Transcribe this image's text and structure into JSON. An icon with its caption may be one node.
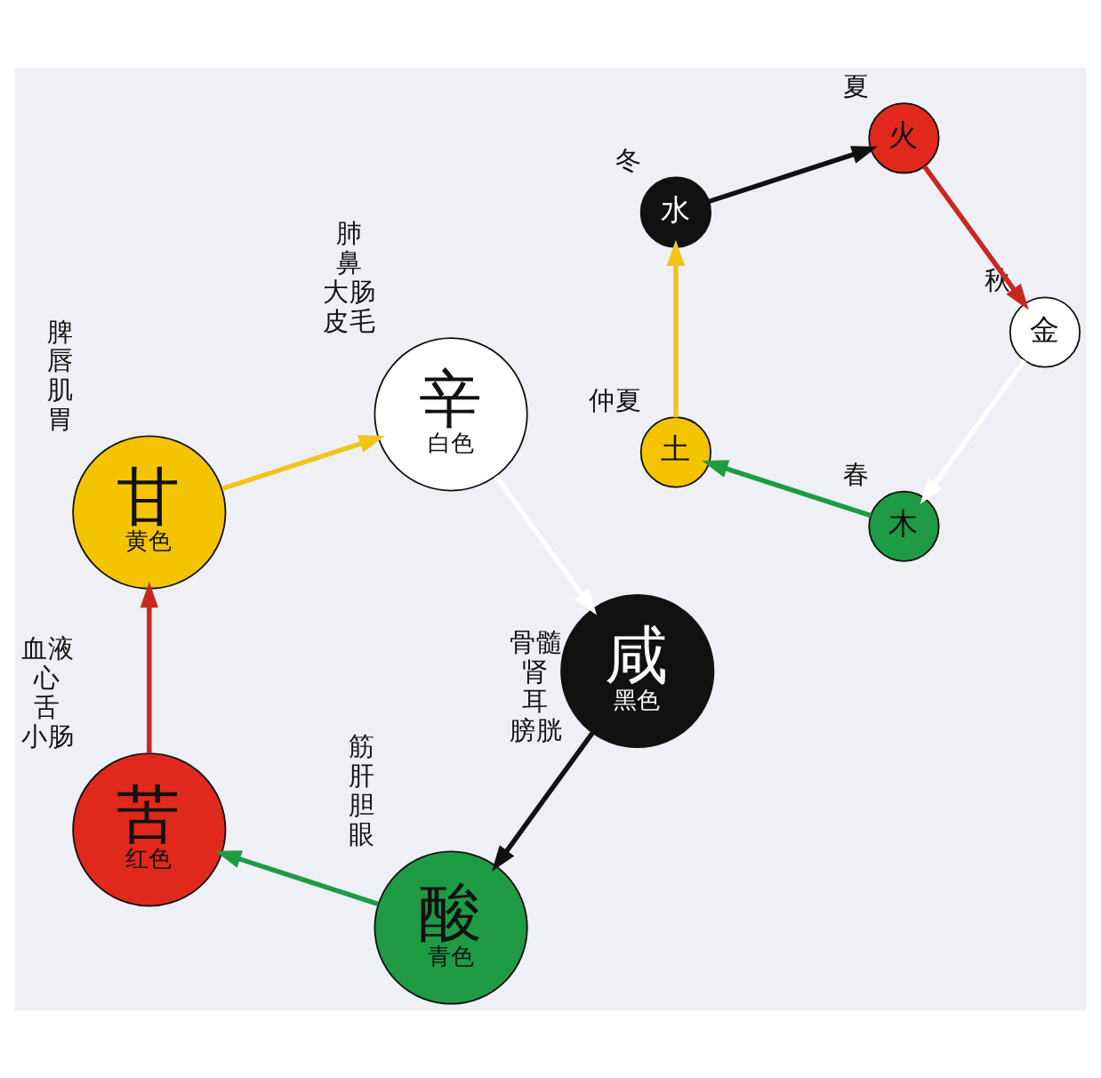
{
  "diagram": {
    "nodes": [
      {
        "text": [
          "酸",
          "青色"
        ],
        "beside": [
          "筋",
          "肝",
          "胆",
          "眼"
        ]
      },
      {
        "text": [
          "苦",
          "红色"
        ],
        "beside": [
          "血液",
          "心",
          "舌",
          "小肠"
        ]
      },
      {
        "text": [
          "甘",
          "黄色"
        ],
        "beside": [
          "脾",
          "唇",
          "肌",
          "胃"
        ]
      },
      {
        "text": [
          "辛",
          "白色"
        ],
        "beside": [
          "肺",
          "鼻",
          "大肠",
          "皮毛"
        ]
      },
      {
        "text": [
          "咸",
          "黑色"
        ],
        "beside": [
          "骨髓",
          "肾",
          "耳",
          "膀胱"
        ]
      },
      {
        "text": [
          "木"
        ],
        "beside": [
          "春"
        ]
      },
      {
        "text": [
          "火"
        ],
        "beside": [
          "夏"
        ]
      },
      {
        "text": [
          "土"
        ],
        "beside": [
          "仲夏"
        ]
      },
      {
        "text": [
          "金"
        ],
        "beside": [
          "秋"
        ]
      },
      {
        "text": [
          "水"
        ],
        "beside": [
          "冬"
        ]
      }
    ],
    "edges": [
      {
        "from": 4,
        "to": 0,
        "arrow": "to",
        "color": "#111111"
      },
      {
        "from": 0,
        "to": 1,
        "arrow": "to",
        "color": "#1f9a45"
      },
      {
        "from": 1,
        "to": 2,
        "arrow": "to",
        "color": "#c8281e"
      },
      {
        "from": 2,
        "to": 3,
        "arrow": "to",
        "color": "#f0c419"
      },
      {
        "from": 3,
        "to": 4,
        "arrow": "to",
        "color": "#ffffff"
      },
      {
        "from": 9,
        "to": 6,
        "arrow": "to",
        "color": "#111111"
      },
      {
        "from": 5,
        "to": 7,
        "arrow": "to",
        "color": "#1f9a45"
      },
      {
        "from": 6,
        "to": 8,
        "arrow": "to",
        "color": "#c8281e"
      },
      {
        "from": 7,
        "to": 9,
        "arrow": "to",
        "color": "#f0c419"
      },
      {
        "from": 8,
        "to": 5,
        "arrow": "to",
        "color": "#ffffff"
      }
    ]
  }
}
